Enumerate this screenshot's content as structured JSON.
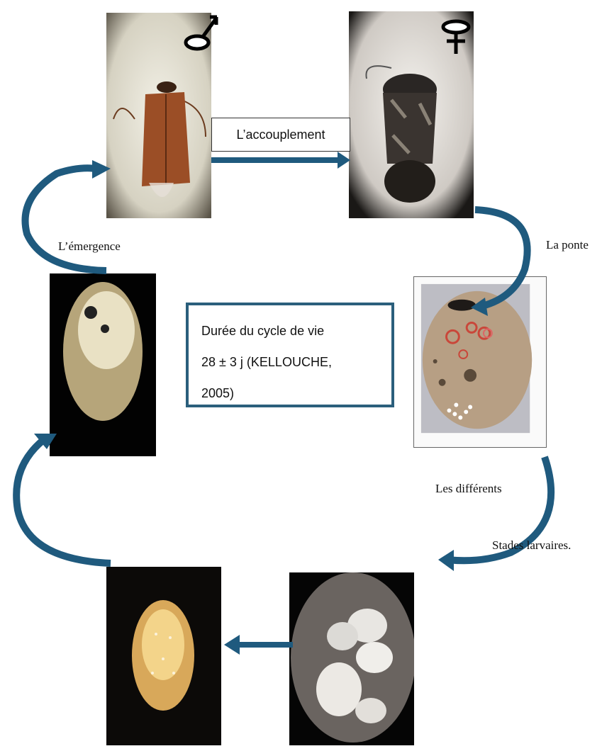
{
  "cycle": {
    "steps": {
      "mating": "L’accouplement",
      "laying": "La ponte",
      "larval_line1": "Les différents",
      "larval_line2": "Stades larvaires.",
      "emergence": "L’émergence"
    },
    "duration_box": {
      "line1": "Durée du cycle de vie",
      "line2": "28 ± 3 j (KELLOUCHE,",
      "line3": "2005)"
    },
    "symbols": {
      "male": "male-symbol",
      "female": "female-symbol"
    }
  },
  "colors": {
    "arrow": "#1f5a7e",
    "box_border": "#2b5f7c"
  }
}
